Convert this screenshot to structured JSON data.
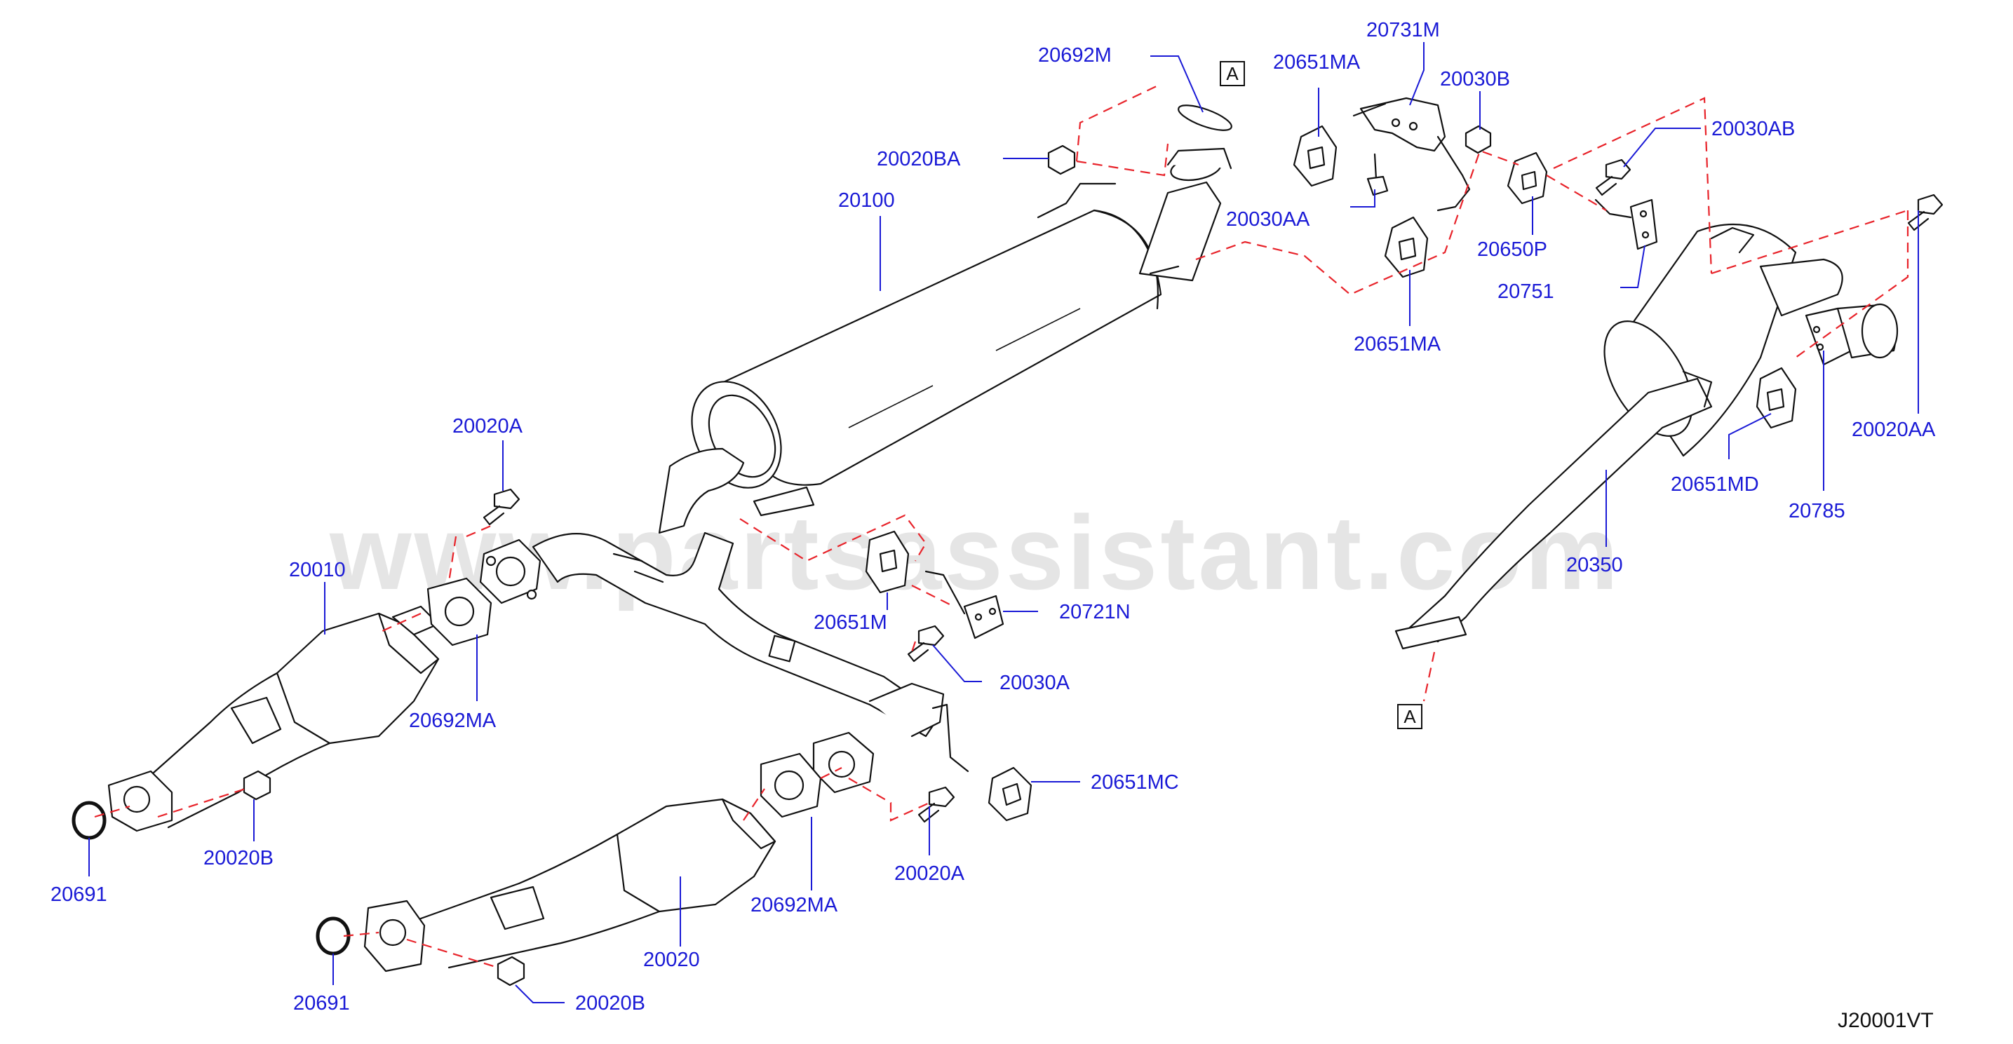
{
  "watermark": "www.partsassistant.com",
  "diagram_code": "J20001VT",
  "ref_marker": "A",
  "labels": {
    "p20692M": "20692M",
    "p20731M": "20731M",
    "p20651MA_top": "20651MA",
    "p20030B": "20030B",
    "p20030AB": "20030AB",
    "p20020BA": "20020BA",
    "p20100": "20100",
    "p20030AA": "20030AA",
    "p20650P": "20650P",
    "p20751": "20751",
    "p20651MA_bottom": "20651MA",
    "p20020AA": "20020AA",
    "p20651MD": "20651MD",
    "p20785": "20785",
    "p20350": "20350",
    "p20020A_top": "20020A",
    "p20010": "20010",
    "p20651M": "20651M",
    "p20721N": "20721N",
    "p20030A": "20030A",
    "p20692MA_left": "20692MA",
    "p20651MC": "20651MC",
    "p20691_top": "20691",
    "p20020B_top": "20020B",
    "p20020A_bottom": "20020A",
    "p20692MA_bottom": "20692MA",
    "p20020": "20020",
    "p20691_bottom": "20691",
    "p20020B_bottom": "20020B"
  }
}
